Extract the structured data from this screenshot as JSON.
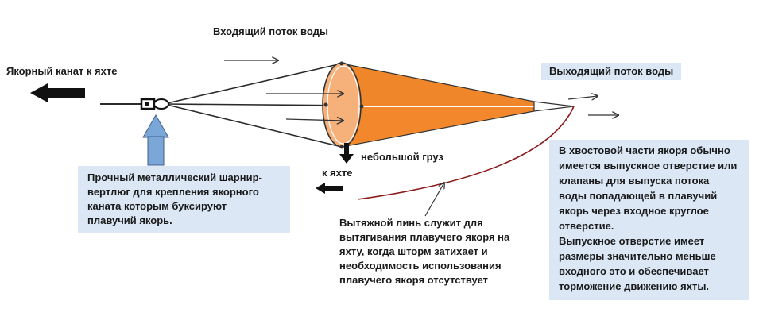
{
  "labels": {
    "incoming_flow": "Входящий поток воды",
    "anchor_rope": "Якорный канат к яхте",
    "outgoing_flow": "Выходящий поток воды",
    "small_weight": "небольшой груз",
    "to_yacht": "к яхте"
  },
  "swivel_box": {
    "lines": [
      "Прочный металлический шарнир-",
      "вертлюг для крепления якорного",
      "каната которым буксируют",
      "плавучий якорь."
    ]
  },
  "pull_line_note": {
    "lines": [
      "Вытяжной линь служит для",
      "вытягивания плавучего якоря на",
      "яхту, когда шторм затихает и",
      "необходимость использования",
      "плавучего якоря отсутствует"
    ]
  },
  "tail_box": {
    "lines": [
      "В хвостовой части якоря  обычно",
      "имеется выпускное отверстие или",
      "клапаны  для выпуска потока",
      "воды попадающей в плавучий",
      "якорь через входное круглое",
      "отверстие.",
      "Выпускное отверстие имеет",
      "размеры значительно меньше",
      "входного это и обеспечивает",
      "торможение  движению яхты."
    ]
  },
  "colors": {
    "cone": "#f0862a",
    "cone_mouth": "#f6b07a",
    "swivel_arrow": "#7ba7d8",
    "label_box": "#dbe7f5",
    "pull_line": "#8b1a1a"
  }
}
